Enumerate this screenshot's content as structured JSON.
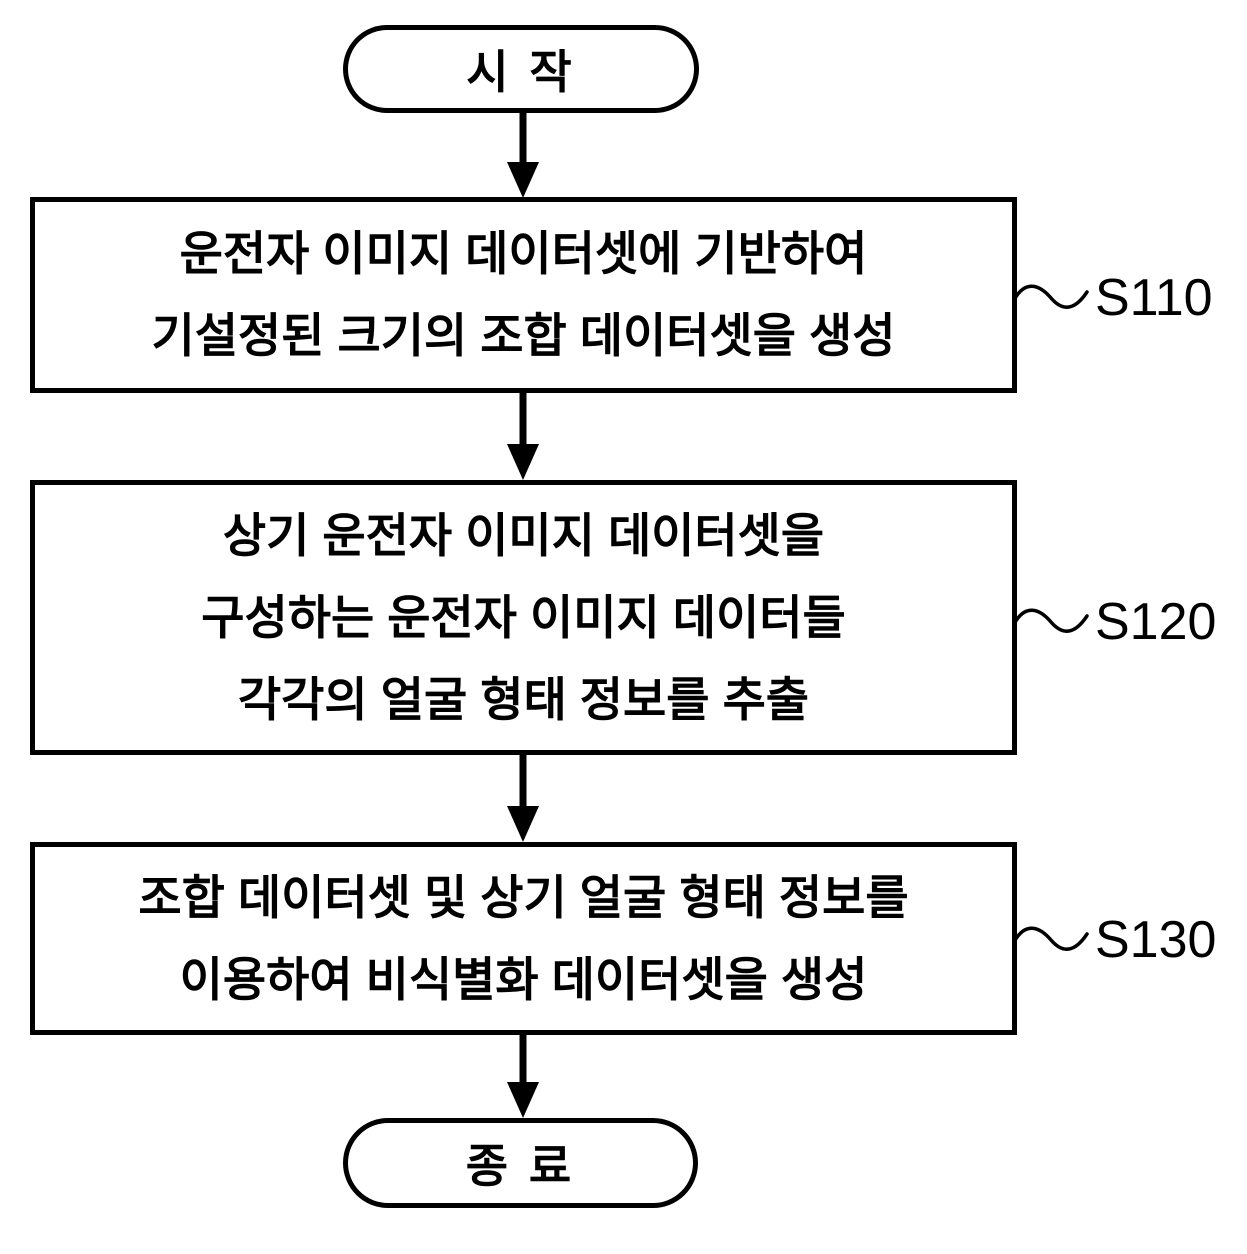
{
  "diagram": {
    "type": "flowchart",
    "start_label": "시 작",
    "end_label": "종 료",
    "steps": [
      {
        "id": "S110",
        "lines": [
          "운전자 이미지 데이터셋에 기반하여",
          "기설정된 크기의 조합 데이터셋을 생성"
        ]
      },
      {
        "id": "S120",
        "lines": [
          "상기 운전자 이미지 데이터셋을",
          "구성하는 운전자 이미지 데이터들",
          "각각의 얼굴 형태 정보를 추출"
        ]
      },
      {
        "id": "S130",
        "lines": [
          "조합 데이터셋 및 상기 얼굴 형태 정보를",
          "이용하여 비식별화 데이터셋을 생성"
        ]
      }
    ],
    "colors": {
      "stroke": "#000000",
      "background": "#ffffff"
    }
  }
}
